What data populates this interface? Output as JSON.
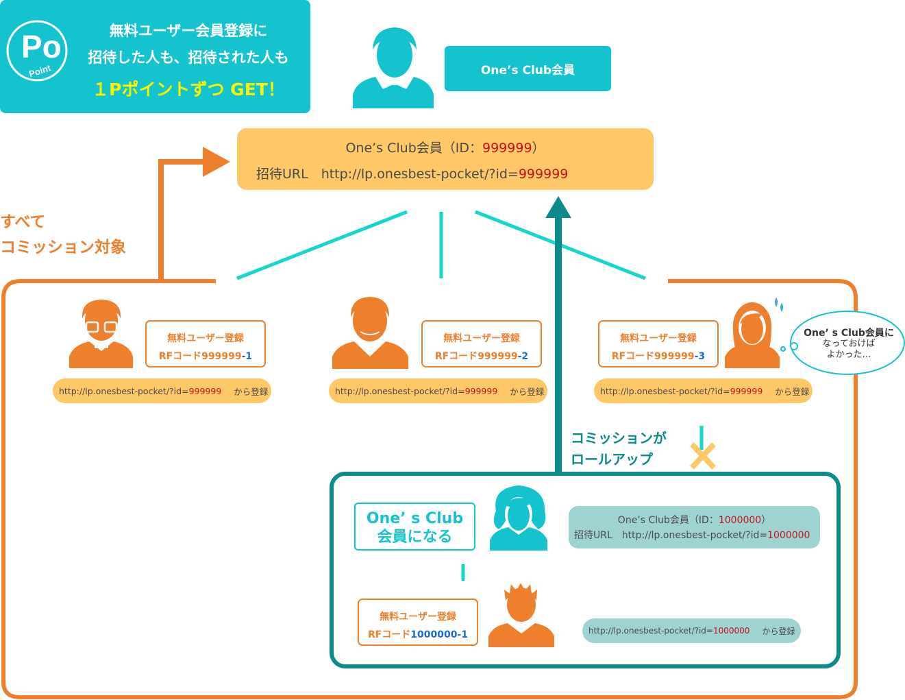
{
  "point_box": {
    "logo_big": "Po",
    "logo_small": "Point",
    "line1": "無料ユーザー会員登録に",
    "line2": "招待した人も、招待された人も",
    "line3": "１Pポイントずつ GET！"
  },
  "member_tag": "One’s Club会員",
  "top_card": {
    "line1_prefix": "One’s Club会員（ID：",
    "line1_id": "999999",
    "line1_suffix": "）",
    "line2_label": "招待URL　http://lp.onesbest-pocket/?id=",
    "line2_id": "999999"
  },
  "orange_note": [
    "すべて",
    "コミッション対象"
  ],
  "teal_note": [
    "コミッションが",
    "ロールアップ"
  ],
  "registrations": [
    {
      "title": "無料ユーザー登録",
      "code_prefix": "RFコード999999",
      "code_suffix": "-1"
    },
    {
      "title": "無料ユーザー登録",
      "code_prefix": "RFコード999999",
      "code_suffix": "-2"
    },
    {
      "title": "無料ユーザー登録",
      "code_prefix": "RFコード999999",
      "code_suffix": "-3"
    }
  ],
  "url_pills": [
    {
      "prefix": "http://lp.onesbest-pocket/?id=",
      "id": "999999",
      "suffix": "から登録"
    },
    {
      "prefix": "http://lp.onesbest-pocket/?id=",
      "id": "999999",
      "suffix": "から登録"
    },
    {
      "prefix": "http://lp.onesbest-pocket/?id=",
      "id": "999999",
      "suffix": "から登録"
    }
  ],
  "thought_bubble": {
    "line1": "One’ s Club会員に",
    "line2": "なっておけば",
    "line3": "よかった…"
  },
  "become_member": {
    "line1": "One’ s Club",
    "line2": "会員になる"
  },
  "new_member_card": {
    "line1_prefix": "One’s Club会員（ID：",
    "line1_id": "1000000",
    "line1_suffix": "）",
    "line2_label": "招待URL　http://lp.onesbest-pocket/?id=",
    "line2_id": "1000000"
  },
  "sub_registration": {
    "title": "無料ユーザー登録",
    "code_prefix": "RFコード",
    "code_suffix": "1000000-1"
  },
  "sub_url_pill": {
    "prefix": "http://lp.onesbest-pocket/?id=",
    "id": "1000000",
    "suffix": "から登録"
  },
  "colors": {
    "cyan": "#15c3cf",
    "orange": "#ee7f2d",
    "yellow": "#fec768",
    "dark_teal": "#0d8a8a",
    "pale_teal": "#9fd3d2",
    "red_text": "#c8121a",
    "blue_text": "#1a6fc8",
    "cross_yellow": "#fec768"
  },
  "icons": [
    "point-logo-icon",
    "person-icon",
    "arrow-up-icon",
    "arrow-right-icon",
    "cross-icon",
    "sweat-drop-icon",
    "thought-bubble-icon"
  ]
}
